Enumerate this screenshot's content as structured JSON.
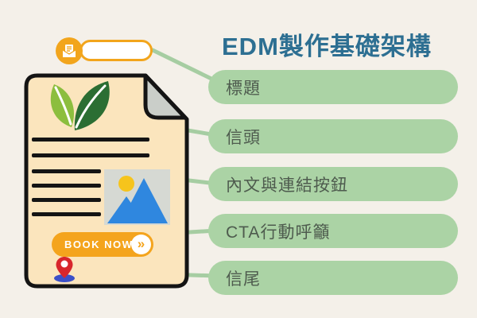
{
  "title": "EDM製作基礎架構",
  "labels": [
    "標題",
    "信頭",
    "內文與連結按鈕",
    "CTA行動呼籲",
    "信尾"
  ],
  "document": {
    "cta_button_label": "BOOK NOW",
    "cta_arrow_glyph": "»"
  },
  "icons": {
    "mail_open_icon": "open envelope with letter",
    "leaf_logo_icon": "two leaves logo",
    "sun_icon": "sun circle in image placeholder",
    "mountains_icon": "mountain peaks in image placeholder",
    "chevron_double_icon": "double chevron arrow",
    "location_pin_icon": "map location pin"
  },
  "colors": {
    "background": "#F4F0E9",
    "title_blue": "#2D6F92",
    "label_green": "#ABD3A5",
    "label_text": "#4E5B4E",
    "connector_green": "#A6CDA2",
    "accent_orange": "#F2A51C",
    "document_cream": "#FBE5BD",
    "fold_gray": "#CACEC9",
    "line_black": "#141414",
    "leaf_light_green": "#8CBE3E",
    "leaf_dark_green": "#2B6E33",
    "placeholder_gray": "#D6D9D3",
    "sun_yellow": "#F6C41C",
    "mountain_blue": "#2F87DF",
    "pin_red": "#D8262C",
    "pin_base_blue": "#3C50C8"
  }
}
